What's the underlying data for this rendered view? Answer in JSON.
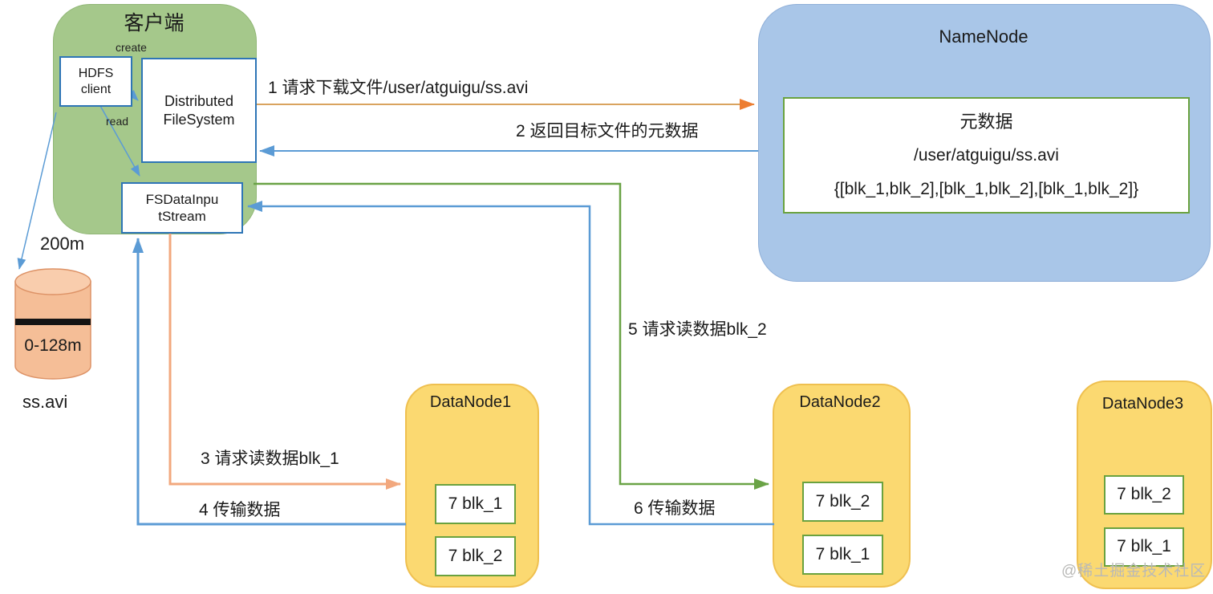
{
  "client": {
    "title": "客户端",
    "create_label": "create",
    "read_label": "read",
    "hdfs_box": {
      "line1": "HDFS",
      "line2": "client"
    },
    "dfs_box": {
      "line1": "Distributed",
      "line2": "FileSystem"
    },
    "stream_box": {
      "line1": "FSDataInpu",
      "line2": "tStream"
    }
  },
  "namenode": {
    "title": "NameNode",
    "metadata_title": "元数据",
    "metadata_path": "/user/atguigu/ss.avi",
    "metadata_blocks": "{[blk_1,blk_2],[blk_1,blk_2],[blk_1,blk_2]}"
  },
  "source_file": {
    "size": "200m",
    "block_range": "0-128m",
    "name": "ss.avi"
  },
  "datanodes": [
    {
      "title": "DataNode1",
      "blocks": [
        "7 blk_1",
        "7 blk_2"
      ]
    },
    {
      "title": "DataNode2",
      "blocks": [
        "7 blk_2",
        "7 blk_1"
      ]
    },
    {
      "title": "DataNode3",
      "blocks": [
        "7 blk_2",
        "7 blk_1"
      ]
    }
  ],
  "steps": {
    "step1": "1 请求下载文件/user/atguigu/ss.avi",
    "step2": "2 返回目标文件的元数据",
    "step3": "3 请求读数据blk_1",
    "step4": "4 传输数据",
    "step5": "5 请求读数据blk_2",
    "step6": "6 传输数据"
  },
  "watermark": "@稀土掘金技术社区",
  "colors": {
    "client_fill": "#a5c88b",
    "namenode_fill": "#a9c6e8",
    "datanode_fill": "#fbd971",
    "blue_box_border": "#2e75b6",
    "green_box_border": "#6aa23f",
    "arrow_blue": "#5b9bd5",
    "arrow_orange_head": "#ed7d31",
    "arrow_tan": "#d9a35f",
    "arrow_salmon": "#f2a87e",
    "arrow_green": "#6aa346",
    "cylinder_fill": "#f5be97",
    "cylinder_top_fill": "#f9cdad"
  }
}
